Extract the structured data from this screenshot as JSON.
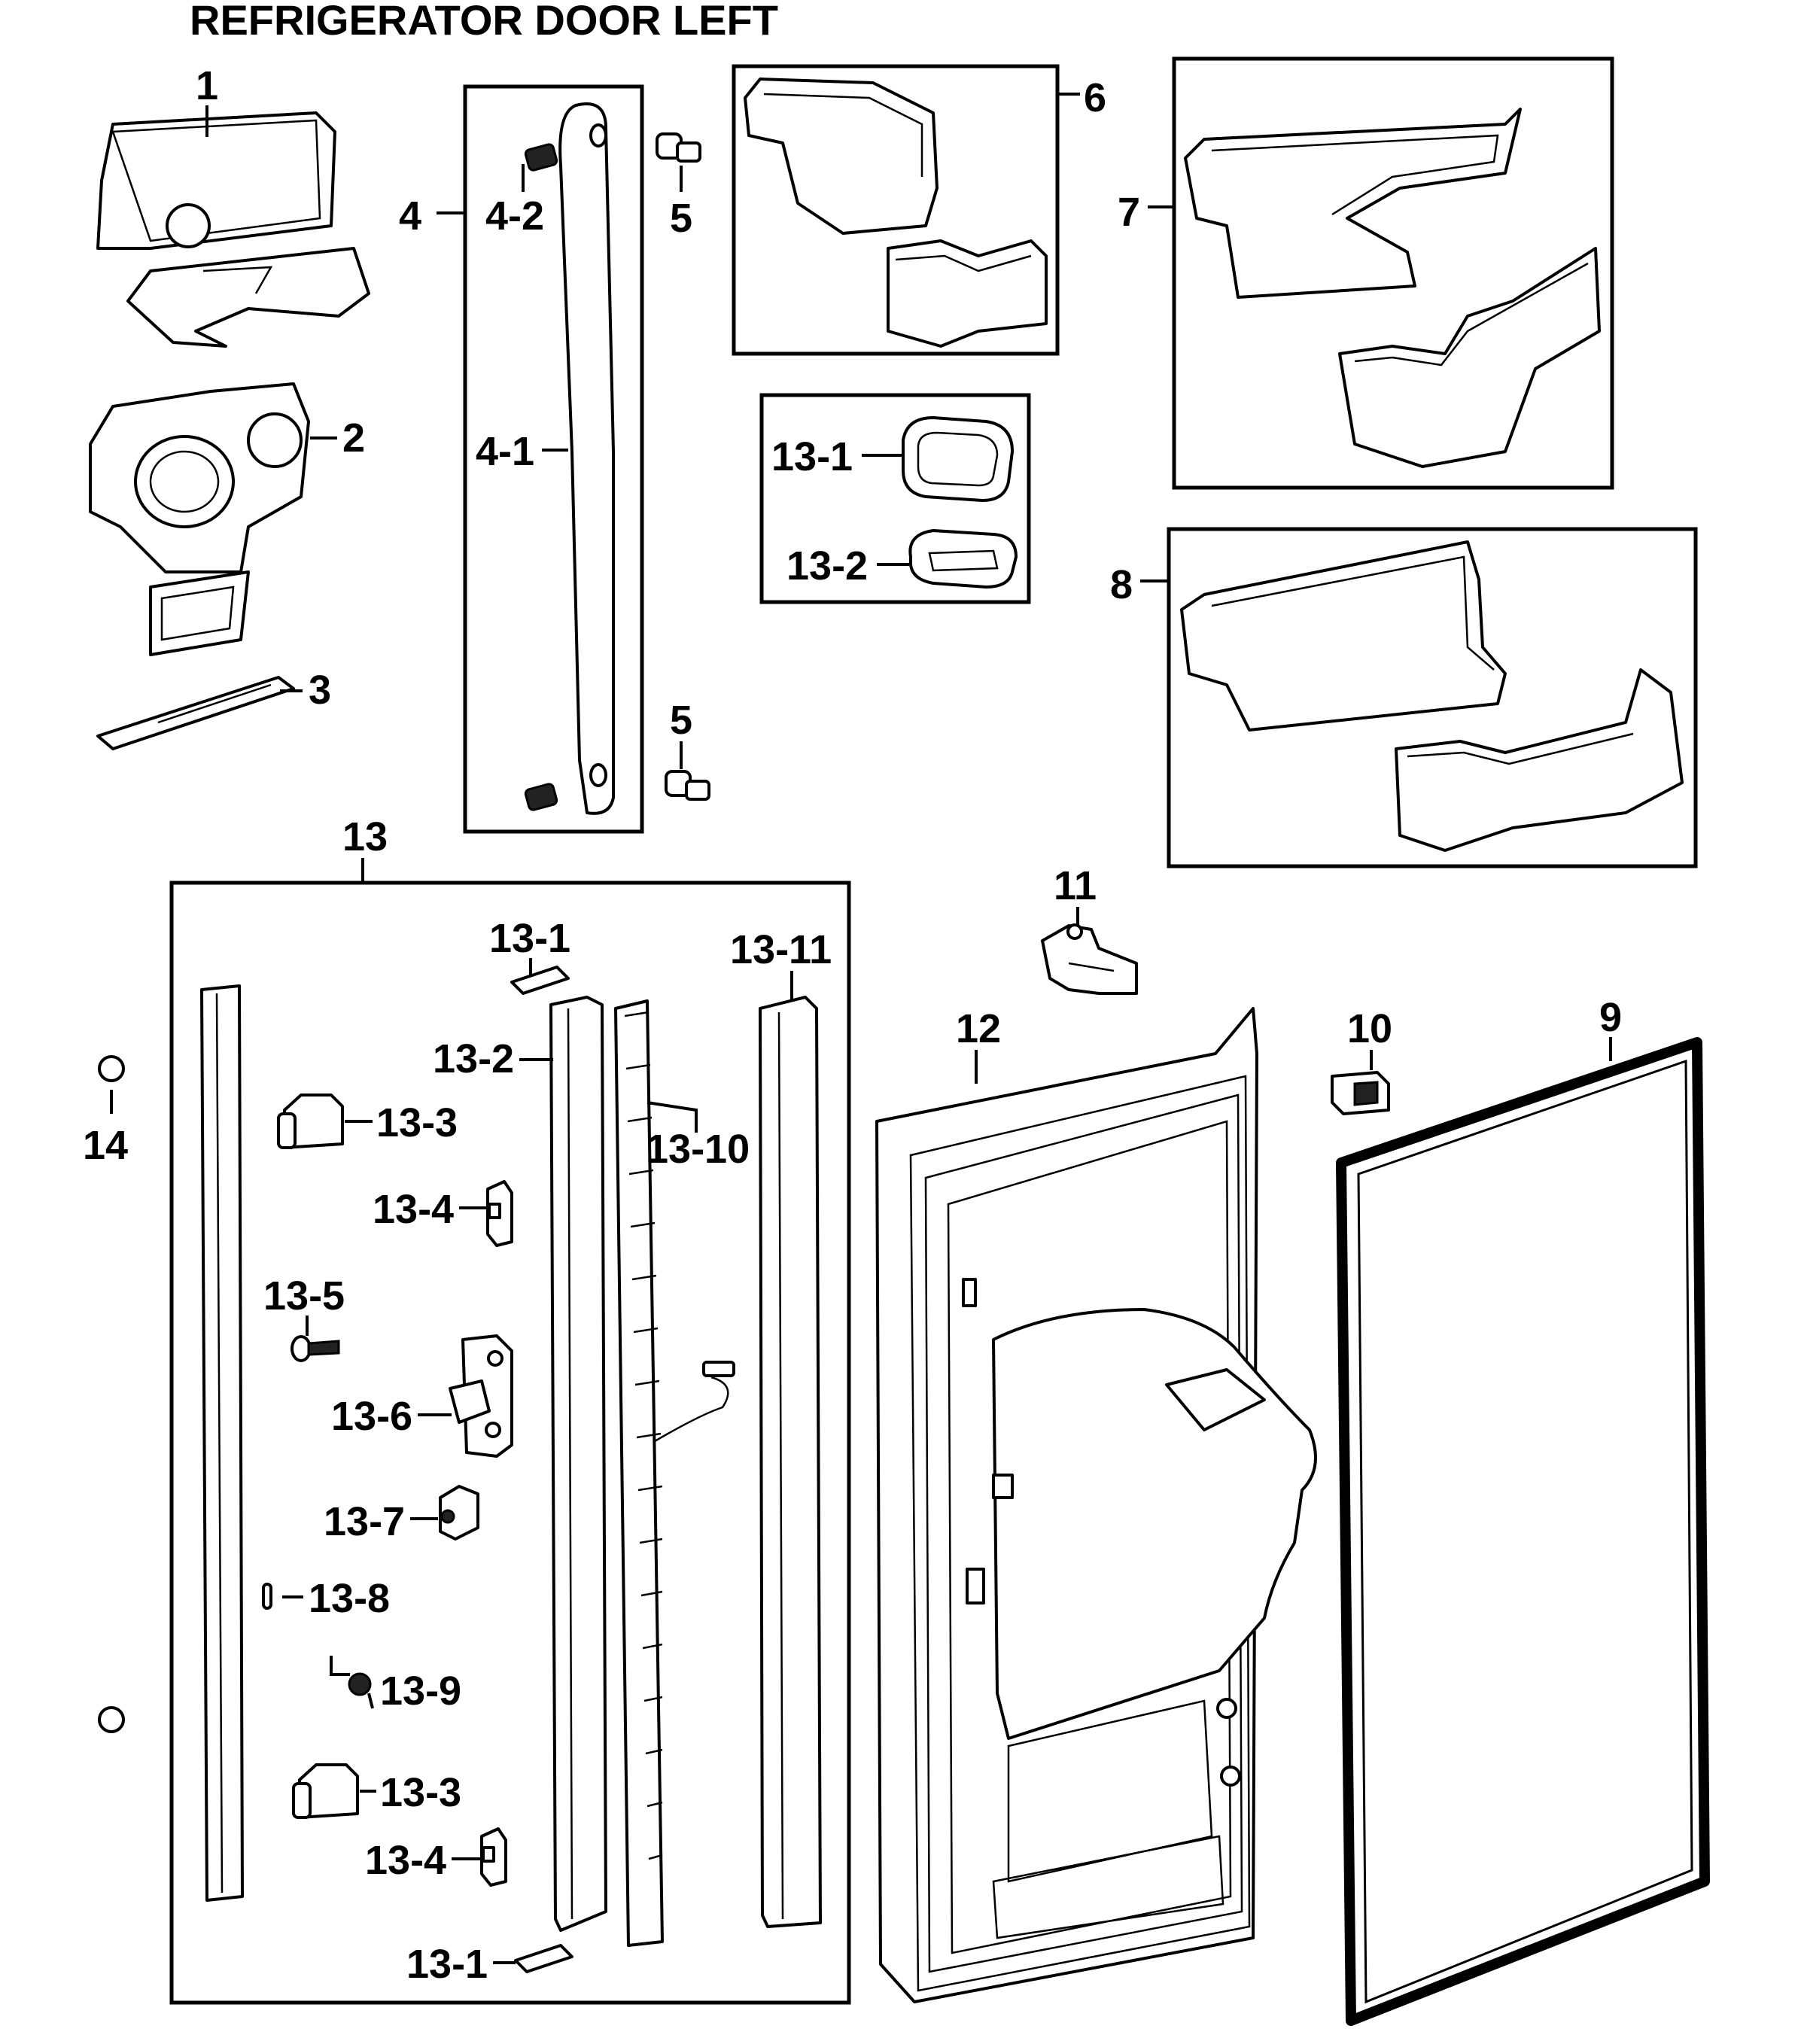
{
  "title": "REFRIGERATOR DOOR LEFT",
  "labels": {
    "p1": "1",
    "p2": "2",
    "p3": "3",
    "p4": "4",
    "p4_1": "4-1",
    "p4_2": "4-2",
    "p5_top": "5",
    "p5_bottom": "5",
    "p6": "6",
    "p7": "7",
    "p8": "8",
    "p9": "9",
    "p10": "10",
    "p11": "11",
    "p12": "12",
    "p13": "13",
    "p13_1_inset": "13-1",
    "p13_2_inset": "13-2",
    "p13_1_top": "13-1",
    "p13_2": "13-2",
    "p13_3_top": "13-3",
    "p13_4_top": "13-4",
    "p13_5": "13-5",
    "p13_6": "13-6",
    "p13_7": "13-7",
    "p13_8": "13-8",
    "p13_9": "13-9",
    "p13_3_bottom": "13-3",
    "p13_4_bottom": "13-4",
    "p13_1_bottom": "13-1",
    "p13_10": "13-10",
    "p13_11": "13-11",
    "p14": "14"
  }
}
